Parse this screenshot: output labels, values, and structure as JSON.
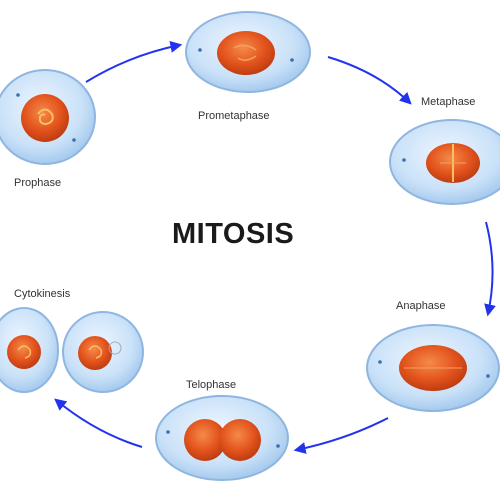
{
  "diagram": {
    "title": "MITOSIS",
    "stages": [
      {
        "id": "prophase",
        "label": "Prophase"
      },
      {
        "id": "prometaphase",
        "label": "Prometaphase"
      },
      {
        "id": "metaphase",
        "label": "Metaphase"
      },
      {
        "id": "anaphase",
        "label": "Anaphase"
      },
      {
        "id": "telophase",
        "label": "Telophase"
      },
      {
        "id": "cytokinesis",
        "label": "Cytokinesis"
      }
    ],
    "arrow_color": "#2233ee",
    "cell_color": "#bcdaf6",
    "cell_edge_color": "#8fb6e0",
    "nucleus_color": "#e2521c"
  }
}
